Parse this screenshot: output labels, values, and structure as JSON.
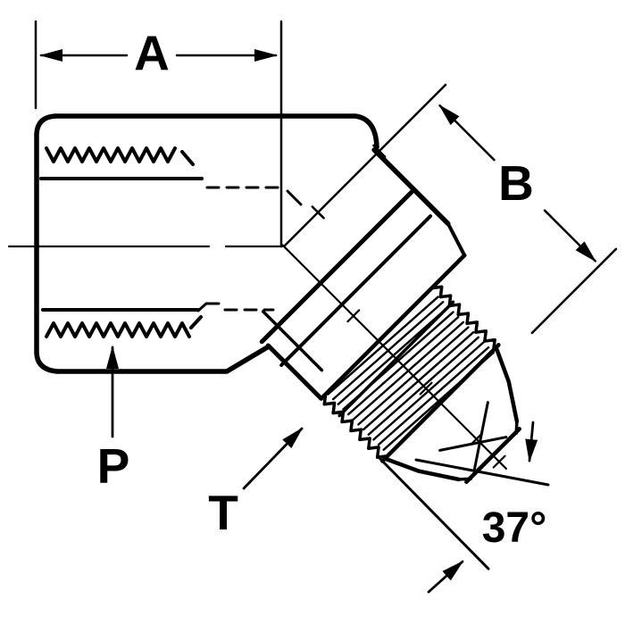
{
  "drawing": {
    "labels": {
      "dim_a": "A",
      "dim_b": "B",
      "port": "P",
      "thread": "T",
      "angle": "37°"
    },
    "colors": {
      "ink": "#000000",
      "paper": "#ffffff"
    }
  }
}
